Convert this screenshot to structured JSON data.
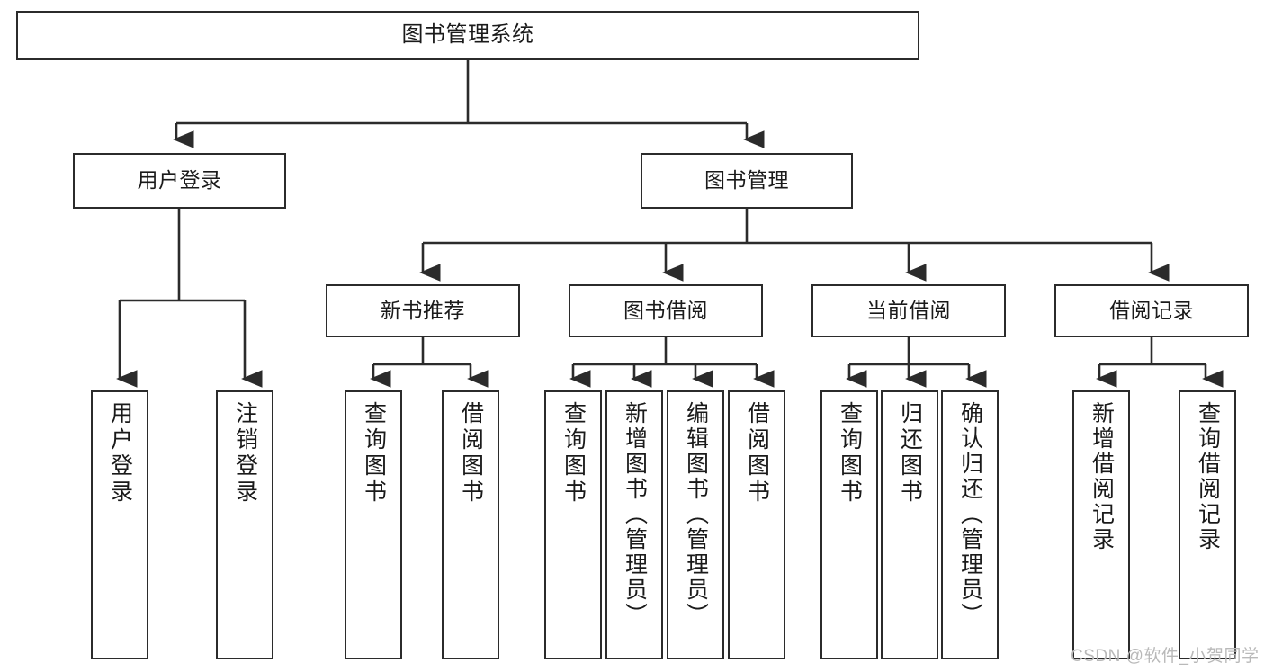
{
  "diagram": {
    "title": "图书管理系统",
    "type": "hierarchy-tree",
    "levels": 4,
    "root": {
      "label": "图书管理系统"
    },
    "level2": [
      {
        "label": "用户登录"
      },
      {
        "label": "图书管理"
      }
    ],
    "level3": [
      {
        "label": "新书推荐"
      },
      {
        "label": "图书借阅"
      },
      {
        "label": "当前借阅"
      },
      {
        "label": "借阅记录"
      }
    ],
    "leaves": {
      "user_login": [
        {
          "label": "用户登录"
        },
        {
          "label": "注销登录"
        }
      ],
      "new_book_recommend": [
        {
          "label": "查询图书"
        },
        {
          "label": "借阅图书"
        }
      ],
      "book_borrow": [
        {
          "label": "查询图书"
        },
        {
          "label": "新增图书（管理员）"
        },
        {
          "label": "编辑图书（管理员）"
        },
        {
          "label": "借阅图书"
        }
      ],
      "current_borrow": [
        {
          "label": "查询图书"
        },
        {
          "label": "归还图书"
        },
        {
          "label": "确认归还（管理员）"
        }
      ],
      "borrow_record": [
        {
          "label": "新增借阅记录"
        },
        {
          "label": "查询借阅记录"
        }
      ]
    }
  },
  "watermark": {
    "text": "CSDN @软件_小贺同学"
  },
  "colors": {
    "stroke": "#2b2b2b",
    "fill": "#ffffff",
    "text": "#1a1a1a",
    "watermark": "#b9b9b9"
  }
}
